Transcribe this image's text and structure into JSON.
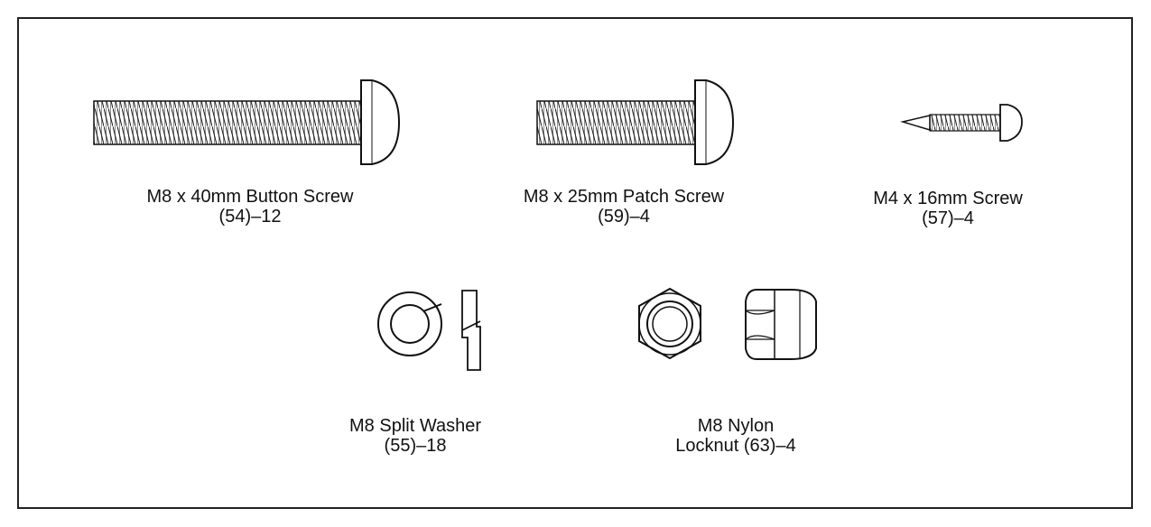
{
  "parts": [
    {
      "name": "M8 x 40mm Button Screw",
      "qty": "(54)–12"
    },
    {
      "name": "M8 x 25mm Patch Screw",
      "qty": "(59)–4"
    },
    {
      "name": "M4 x 16mm Screw",
      "qty": "(57)–4"
    },
    {
      "name": "M8 Split Washer",
      "qty": "(55)–18"
    },
    {
      "name": "M8 Nylon",
      "qty": "Locknut (63)–4"
    }
  ]
}
